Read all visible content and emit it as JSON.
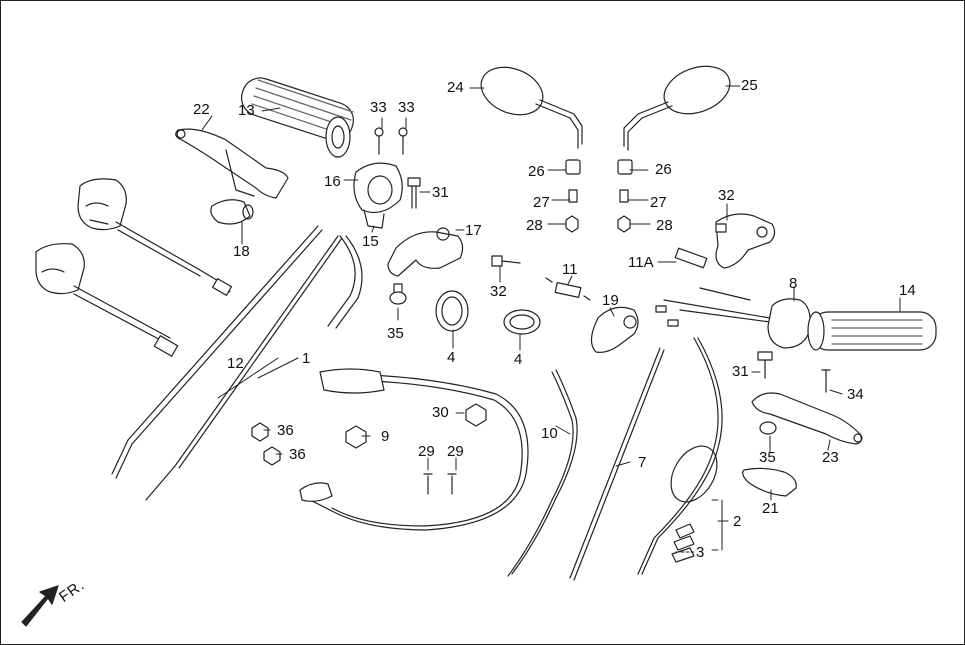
{
  "diagram": {
    "direction_label": "FR.",
    "callouts": {
      "c1": "1",
      "c2": "2",
      "c3": "3",
      "c4a": "4",
      "c4b": "4",
      "c7": "7",
      "c8": "8",
      "c9": "9",
      "c10": "10",
      "c11": "11",
      "c11a": "11A",
      "c12": "12",
      "c13": "13",
      "c14": "14",
      "c15": "15",
      "c16": "16",
      "c17": "17",
      "c18": "18",
      "c19": "19",
      "c21": "21",
      "c22": "22",
      "c23": "23",
      "c24": "24",
      "c25": "25",
      "c26a": "26",
      "c26b": "26",
      "c27a": "27",
      "c27b": "27",
      "c28a": "28",
      "c28b": "28",
      "c29a": "29",
      "c29b": "29",
      "c30": "30",
      "c31a": "31",
      "c31b": "31",
      "c32a": "32",
      "c32b": "32",
      "c33a": "33",
      "c33b": "33",
      "c34": "34",
      "c35a": "35",
      "c35b": "35",
      "c36a": "36",
      "c36b": "36"
    },
    "colors": {
      "line": "#222222",
      "fill": "#ffffff",
      "shade": "#9a9a9a"
    }
  }
}
